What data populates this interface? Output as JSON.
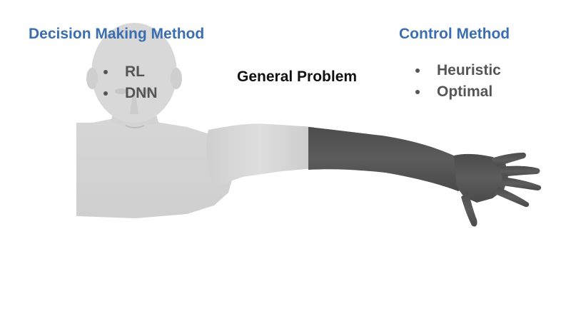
{
  "colors": {
    "heading": "#3b6eaf",
    "bullet_text": "#555555",
    "body_light": "#d4d4d4",
    "arm_dark": "#555555"
  },
  "left_panel": {
    "heading": "Decision Making Method",
    "items": [
      "RL",
      "DNN"
    ]
  },
  "center": {
    "title": "General Problem"
  },
  "right_panel": {
    "heading": "Control Method",
    "items": [
      "Heuristic",
      "Optimal"
    ]
  },
  "figure": {
    "icon": "human-torso-with-outstretched-arm-icon"
  }
}
